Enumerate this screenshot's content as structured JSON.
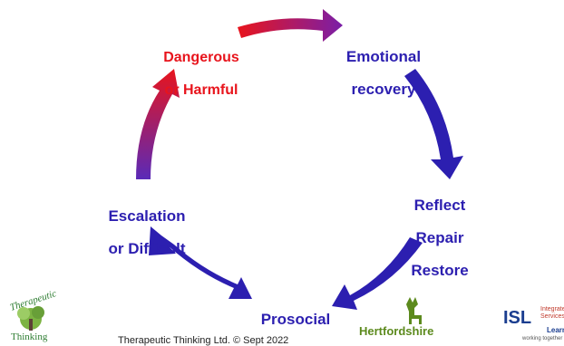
{
  "cycle": {
    "dangerous": [
      "Dangerous",
      "or Harmful"
    ],
    "emotional": [
      "Emotional",
      "recovery"
    ],
    "reflect": [
      "Reflect",
      "Repair",
      "Restore"
    ],
    "prosocial": [
      "Prosocial"
    ],
    "escalation": [
      "Escalation",
      "or Difficult"
    ]
  },
  "footer": {
    "therapeutic_logo_text": "Therapeutic",
    "thinking_text": "Thinking",
    "copyright": "Therapeutic Thinking Ltd. © Sept 2022",
    "hertfordshire": "Hertfordshire",
    "isl": "ISL",
    "isl_line1": "Integrate",
    "isl_line2": "Services f",
    "isl_line3": "Learnin",
    "isl_tagline": "working together bes"
  },
  "colors": {
    "blue": "#2c1fb0",
    "red": "#e8141c",
    "green": "#2e7d32",
    "herts_green": "#5c8a1d",
    "isl_blue": "#1a3d8f"
  }
}
